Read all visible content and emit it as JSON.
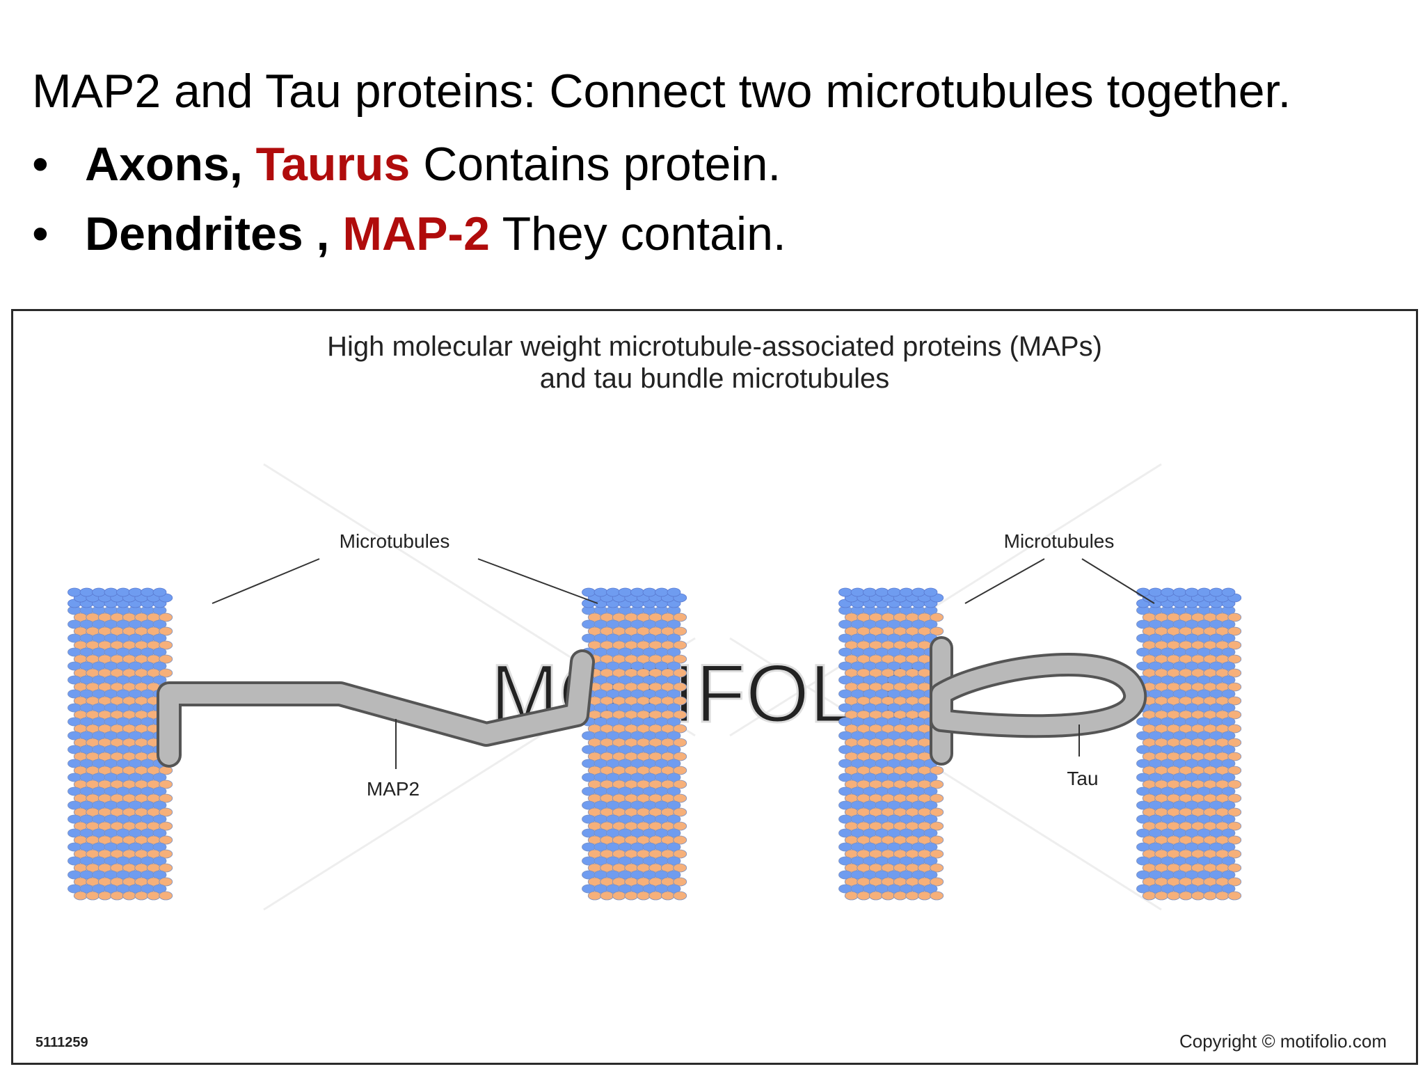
{
  "heading": "MAP2 and Tau proteins: Connect two microtubules together.",
  "bullets": [
    {
      "bold": "Axons,",
      "highlight": "Taurus",
      "rest": "Contains protein."
    },
    {
      "bold": "Dendrites ,",
      "highlight": "MAP-2",
      "rest": "They contain."
    }
  ],
  "figure": {
    "title_line1": "High molecular weight microtubule-associated proteins (MAPs)",
    "title_line2": "and tau bundle microtubules",
    "left_label": "Microtubules",
    "right_label": "Microtubules",
    "map2_label": "MAP2",
    "tau_label": "Tau",
    "watermark": "MOTIFOLIO",
    "image_id": "5111259",
    "copyright": "Copyright © motifolio.com"
  },
  "colors": {
    "highlight": "#b00c0c",
    "tubulin_blue": "#6f9cf0",
    "tubulin_orange": "#f6b07a",
    "protein_gray": "#b9b9b9"
  }
}
